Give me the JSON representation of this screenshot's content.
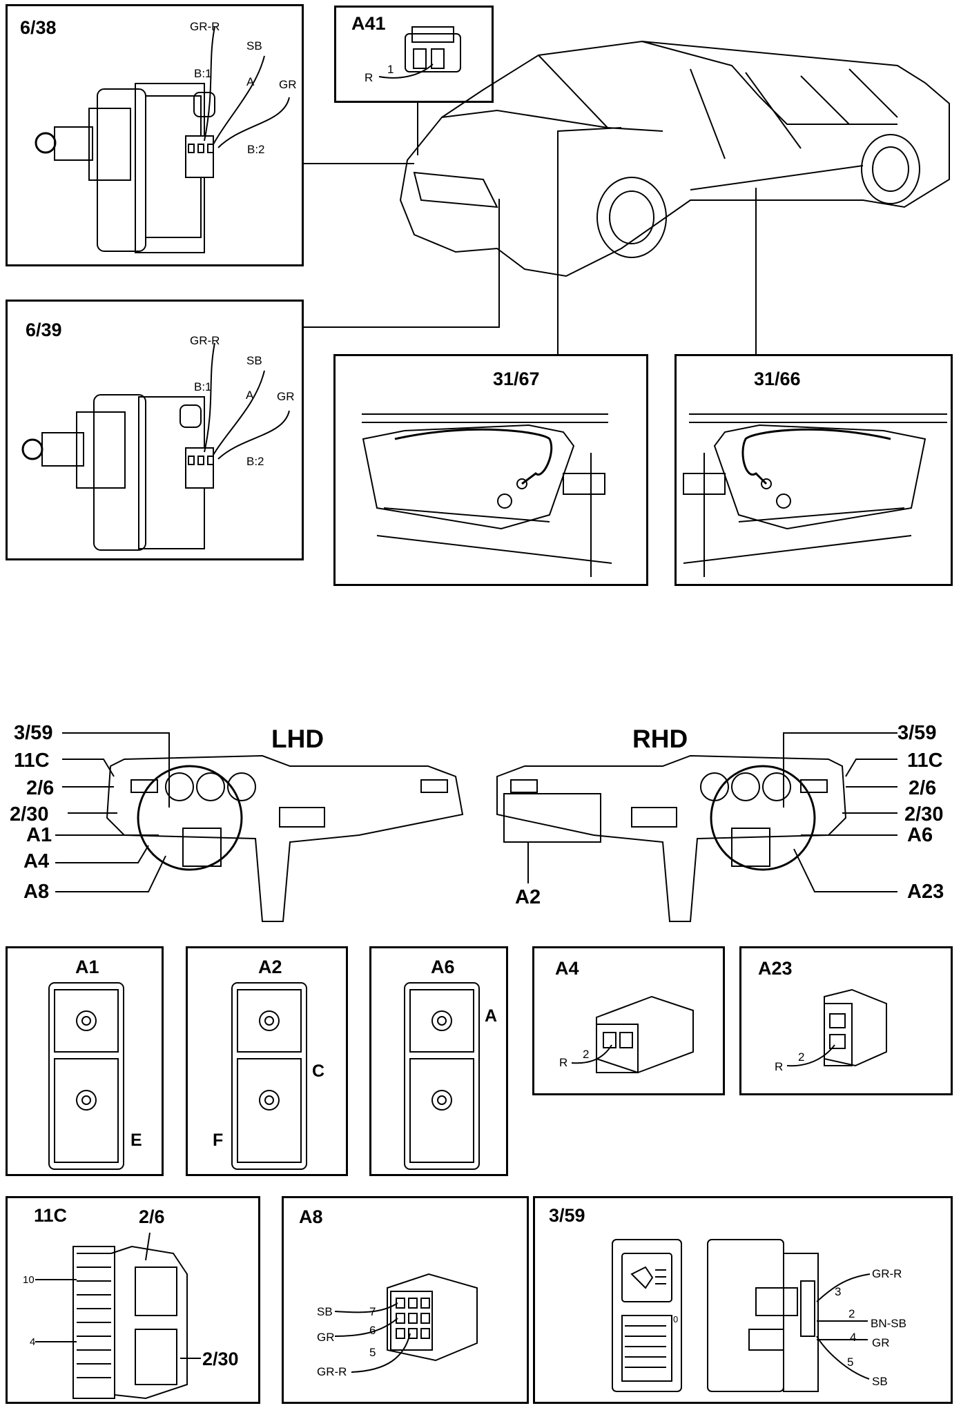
{
  "top": {
    "p638": {
      "title": "6/38",
      "wires": [
        "GR-R",
        "SB",
        "B:1",
        "A",
        "GR",
        "B:2"
      ]
    },
    "p639": {
      "title": "6/39",
      "wires": [
        "GR-R",
        "SB",
        "B:1",
        "A",
        "GR",
        "B:2"
      ]
    },
    "a41": {
      "title": "A41",
      "wire": "R",
      "pin": "1"
    },
    "p3167": {
      "title": "31/67"
    },
    "p3166": {
      "title": "31/66"
    }
  },
  "dash": {
    "lhd": "LHD",
    "rhd": "RHD",
    "left_labels": [
      "3/59",
      "11C",
      "2/6",
      "2/30",
      "A1",
      "A4",
      "A8"
    ],
    "rhd_left_label": "A2",
    "right_labels": [
      "3/59",
      "11C",
      "2/6",
      "2/30",
      "A6",
      "A23"
    ]
  },
  "connectors": {
    "a1": {
      "title": "A1",
      "tag": "E"
    },
    "a2": {
      "title": "A2",
      "tag_right": "C",
      "tag_left": "F"
    },
    "a6": {
      "title": "A6",
      "tag": "A"
    },
    "a4": {
      "title": "A4",
      "pin": "2",
      "wire": "R"
    },
    "a23": {
      "title": "A23",
      "pin": "2",
      "wire": "R"
    }
  },
  "bottom": {
    "p11c": {
      "title": "11C",
      "sub1": "2/6",
      "sub2": "2/30",
      "pin_top": "10",
      "pin_bottom": "4"
    },
    "a8": {
      "title": "A8",
      "rows": [
        {
          "wire": "SB",
          "pin": "7"
        },
        {
          "wire": "GR",
          "pin": "6"
        },
        {
          "wire": "GR-R",
          "pin": "5"
        }
      ]
    },
    "p359": {
      "title": "3/59",
      "rows": [
        {
          "pin": "3",
          "wire": "GR-R"
        },
        {
          "pin": "2",
          "wire": "BN-SB"
        },
        {
          "pin": "4",
          "wire": "GR"
        },
        {
          "pin": "5",
          "wire": "SB"
        }
      ],
      "scale_mark": "0"
    }
  }
}
